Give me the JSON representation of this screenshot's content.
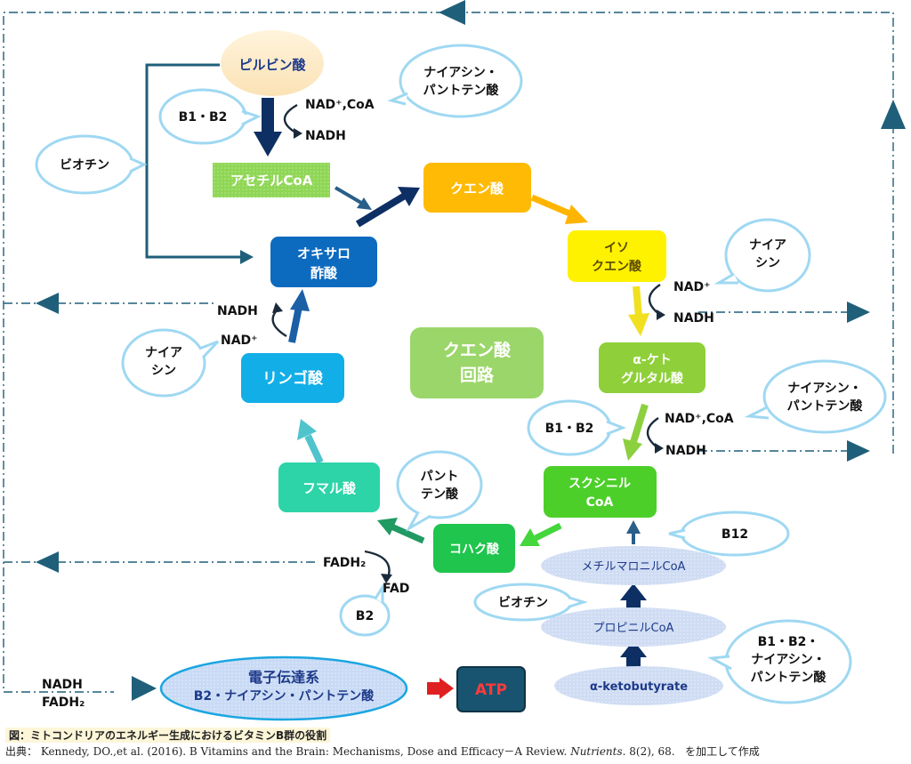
{
  "nodes": {
    "pyruvate": "ピルビン酸",
    "acetylcoa": "アセチルCoA",
    "citrate": "クエン酸",
    "isocitrate": [
      "イソ",
      "クエン酸"
    ],
    "akg": [
      "α-ケト",
      "グルタル酸"
    ],
    "succinylcoa": [
      "スクシニル",
      "CoA"
    ],
    "succinate": "コハク酸",
    "fumarate": "フマル酸",
    "malate": "リンゴ酸",
    "oxaloacetate": [
      "オキサロ",
      "酢酸"
    ],
    "cycle": [
      "クエン酸",
      "回路"
    ],
    "methylmalonyl": "メチルマロニルCoA",
    "propionyl": "プロピニルCoA",
    "aketobutyrate": "α-ketobutyrate",
    "etc": [
      "電子伝達系",
      "B2・ナイアシン・パントテン酸"
    ],
    "atp": "ATP"
  },
  "bubbles": {
    "b1b2_top": "B1・B2",
    "niacin_panto_top": [
      "ナイアシン・",
      "パントテン酸"
    ],
    "biotin_left": "ビオチン",
    "niacin_right": [
      "ナイア",
      "シン"
    ],
    "niacin_left": [
      "ナイア",
      "シン"
    ],
    "niacin_panto_right": [
      "ナイアシン・",
      "パントテン酸"
    ],
    "b1b2_right": "B1・B2",
    "pantothenic": [
      "パント",
      "テン酸"
    ],
    "b12": "B12",
    "biotin_bottom": "ビオチン",
    "b2": "B2",
    "b1b2_niacin_panto": [
      "B1・B2・",
      "ナイアシン・",
      "パントテン酸"
    ]
  },
  "cofactors": {
    "nad_coa_top": "NAD⁺,CoA",
    "nadh_top": "NADH",
    "nad_right": "NAD⁺",
    "nadh_right": "NADH",
    "nad_coa_right": "NAD⁺,CoA",
    "nadh_right2": "NADH",
    "nadh_left": "NADH",
    "nad_left": "NAD⁺",
    "fadh2": "FADH₂",
    "fad": "FAD",
    "nadh_bottom": "NADH",
    "fadh2_bottom": "FADH₂"
  },
  "caption": {
    "title": "図：ミトコンドリアのエネルギー生成におけるビタミンB群の役割",
    "source_prefix": "出典： Kennedy, DO.,et al. (2016). B Vitamins and the Brain: Mechanisms, Dose and Efficacy－A Review. ",
    "source_journal": "Nutrients",
    "source_suffix": ". 8(2), 68.",
    "source_note": "を加工して作成"
  },
  "colors": {
    "bubble_border": "#9fd8f2",
    "dashed_line": "#1f5f7a",
    "dark_arrow": "#0d2f63"
  }
}
